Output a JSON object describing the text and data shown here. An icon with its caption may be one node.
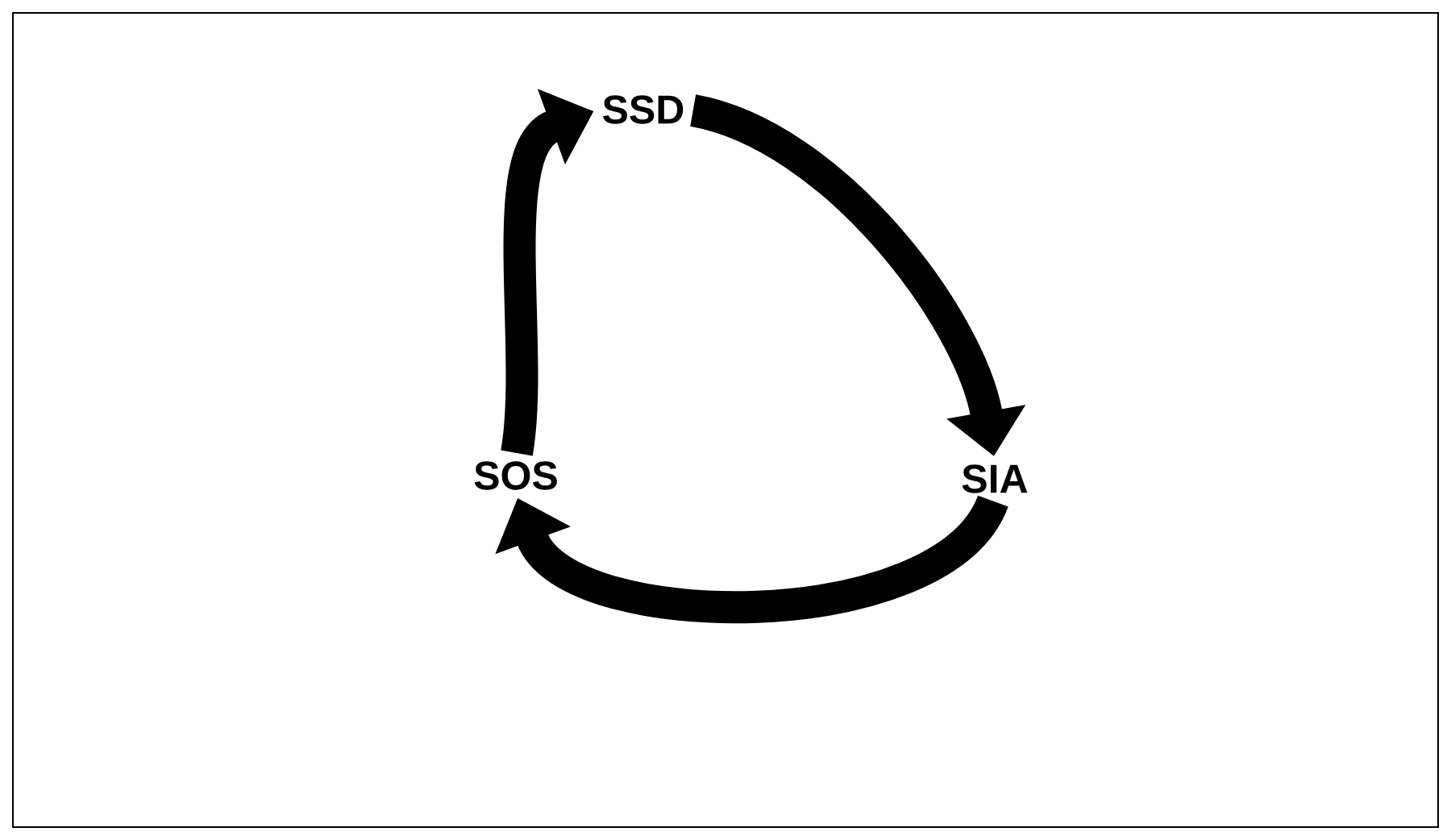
{
  "diagram": {
    "nodes": [
      {
        "text": [
          "SSD"
        ]
      },
      {
        "text": [
          "SIA"
        ]
      },
      {
        "text": [
          "SOS"
        ]
      }
    ],
    "edges": [
      {
        "from": 0,
        "to": 1,
        "arrow": "to"
      },
      {
        "from": 1,
        "to": 2,
        "arrow": "to"
      },
      {
        "from": 2,
        "to": 0,
        "arrow": "to"
      }
    ]
  }
}
